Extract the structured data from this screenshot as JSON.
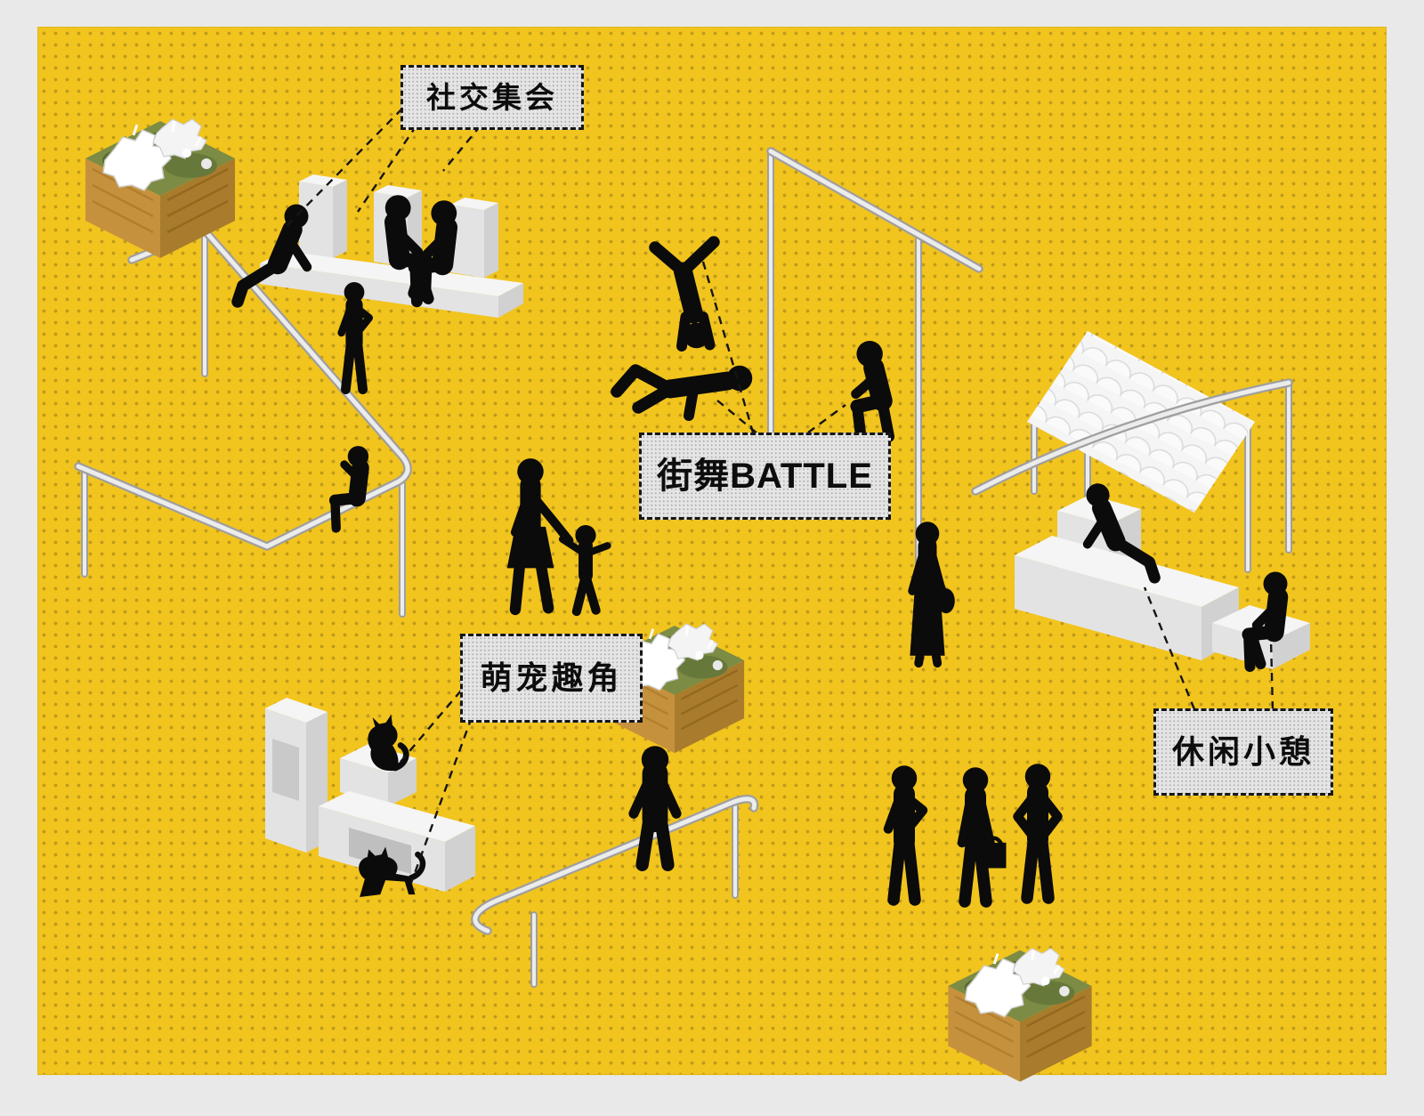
{
  "diagram": {
    "type": "isometric-activity-scenario-illustration",
    "background": {
      "outer": "#e9e9e9",
      "canvas": "#f2c41e",
      "dot": "#8a6f1f"
    }
  },
  "callouts": {
    "social": {
      "text": "社交集会"
    },
    "dance": {
      "text": "街舞BATTLE"
    },
    "pets": {
      "text": "萌宠趣角"
    },
    "rest": {
      "text": "休闲小憩"
    }
  },
  "scene": {
    "colors": {
      "silhouette": "#0b0b0b",
      "furniture_white": "#f5f5f5",
      "railing_gray": "#c9c9c9",
      "planter_wood_light": "#c6913d",
      "planter_wood_dark": "#a87c2c",
      "planter_green": "#7c8c44",
      "bloom_white": "#ffffff",
      "callout_bg": "#e4e4e4",
      "callout_border": "#161616"
    },
    "figures": [
      "person-lounging-on-bench",
      "person-sitting-on-bench",
      "person-sitting-on-bench",
      "person-standing-with-phone",
      "person-sitting-on-railing-phone",
      "breakdancer-handstand",
      "breakdancer-floor-freeze",
      "person-squatting-watching",
      "mother-walking",
      "child-walking-holding-hands",
      "woman-standing-long-skirt",
      "person-reclining-on-pavilion",
      "woman-sitting-on-low-bench",
      "person-sitting-on-railing-back-view",
      "person-standing-with-phone",
      "person-standing-with-bag",
      "person-standing-hands-on-hips",
      "cat-sitting-on-bench",
      "cat-walking"
    ],
    "objects": [
      "flower-planter-box-top-left",
      "flower-planter-box-middle",
      "flower-planter-box-bottom",
      "modular-bench-social",
      "modular-shelf-bench-pets",
      "scalloped-canopy-pavilion",
      "curved-handrails"
    ]
  }
}
